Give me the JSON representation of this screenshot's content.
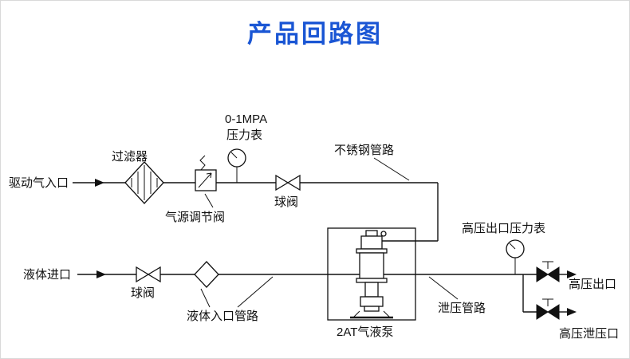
{
  "title": "产品回路图",
  "colors": {
    "title_blue": "#1a56d4",
    "line": "#111111"
  },
  "labels": {
    "drive_air_inlet": "驱动气入口",
    "filter": "过滤器",
    "air_source_regulator": "气源调节阀",
    "gauge_range": "0-1MPA",
    "pressure_gauge": "压力表",
    "ball_valve_air": "球阀",
    "stainless_pipe": "不锈钢管路",
    "liquid_inlet": "液体进口",
    "ball_valve_liquid": "球阀",
    "liquid_inlet_pipe": "液体入口管路",
    "pump": "2AT气液泵",
    "relief_pipe": "泄压管路",
    "hp_outlet_gauge": "高压出口压力表",
    "hp_outlet": "高压出口",
    "hp_relief_port": "高压泄压口"
  }
}
